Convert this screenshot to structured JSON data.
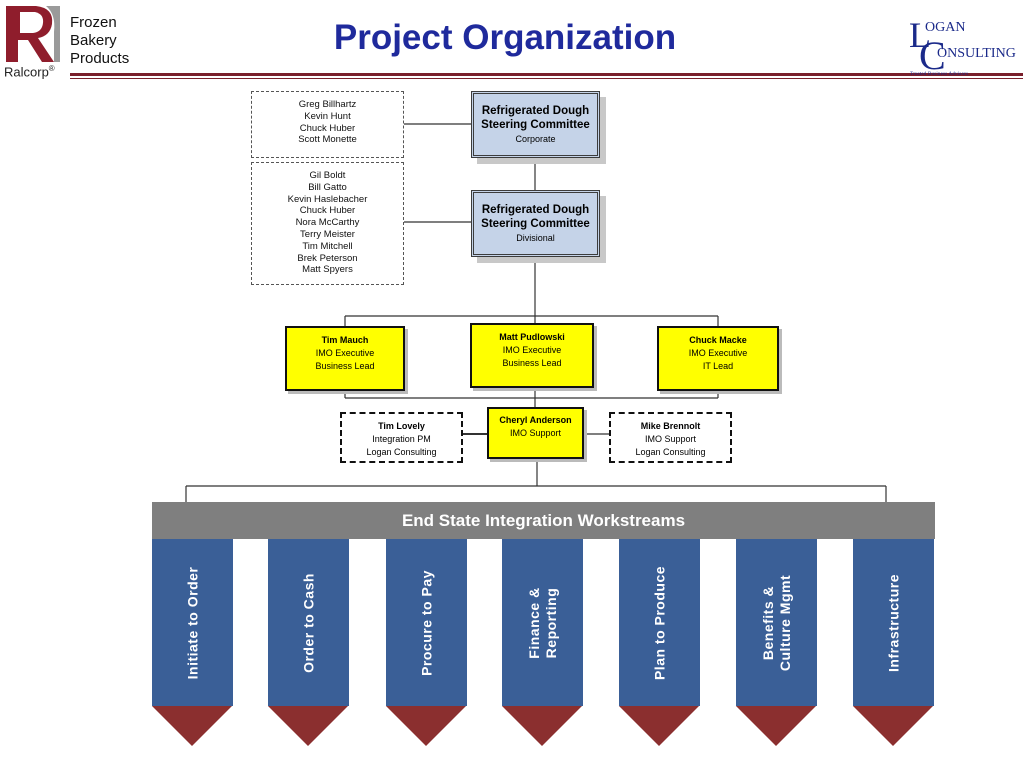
{
  "header": {
    "title": "Project Organization",
    "left_logo": {
      "company": "Ralcorp",
      "division_lines": [
        "Frozen",
        "Bakery",
        "Products"
      ],
      "mark": "®"
    },
    "right_logo": {
      "big_letters": [
        "L",
        "C"
      ],
      "words": [
        "OGAN",
        "ONSULTING"
      ],
      "tagline": "Trusted Business Advisors"
    }
  },
  "steering_committees": [
    {
      "title": "Refrigerated Dough",
      "title2": "Steering Committee",
      "subtitle": "Corporate",
      "members": [
        "Greg Billhartz",
        "Kevin Hunt",
        "Chuck Huber",
        "Scott Monette"
      ]
    },
    {
      "title": "Refrigerated Dough",
      "title2": "Steering Committee",
      "subtitle": "Divisional",
      "members": [
        "Gil Boldt",
        "Bill Gatto",
        "Kevin Haslebacher",
        "Chuck Huber",
        "Nora McCarthy",
        "Terry Meister",
        "Tim Mitchell",
        "Brek Peterson",
        "Matt Spyers"
      ]
    }
  ],
  "leads": [
    {
      "name": "Tim Mauch",
      "role1": "IMO Executive",
      "role2": "Business Lead"
    },
    {
      "name": "Matt Pudlowski",
      "role1": "IMO Executive",
      "role2": "Business Lead"
    },
    {
      "name": "Chuck Macke",
      "role1": "IMO Executive",
      "role2": "IT Lead"
    }
  ],
  "support": {
    "center": {
      "name": "Cheryl Anderson",
      "role1": "IMO Support"
    },
    "left": {
      "name": "Tim Lovely",
      "role1": "Integration PM",
      "role2": "Logan Consulting"
    },
    "right": {
      "name": "Mike Brennolt",
      "role1": "IMO Support",
      "role2": "Logan Consulting"
    }
  },
  "workstreams": {
    "header": "End State Integration Workstreams",
    "items": [
      {
        "line1": "Initiate  to  Order",
        "line2": ""
      },
      {
        "line1": "Order  to  Cash",
        "line2": ""
      },
      {
        "line1": "Procure  to  Pay",
        "line2": ""
      },
      {
        "line1": "Finance  &",
        "line2": "Reporting"
      },
      {
        "line1": "Plan  to  Produce",
        "line2": ""
      },
      {
        "line1": "Benefits  &",
        "line2": "Culture Mgmt"
      },
      {
        "line1": "Infrastructure",
        "line2": ""
      }
    ]
  },
  "colors": {
    "title": "#1f2a9c",
    "steering_fill": "#c5d3e8",
    "lead_fill": "#ffff00",
    "workstream_fill": "#3a5f97",
    "arrow_fill": "#8b2f2f",
    "header_bar": "#7f7f7f"
  }
}
